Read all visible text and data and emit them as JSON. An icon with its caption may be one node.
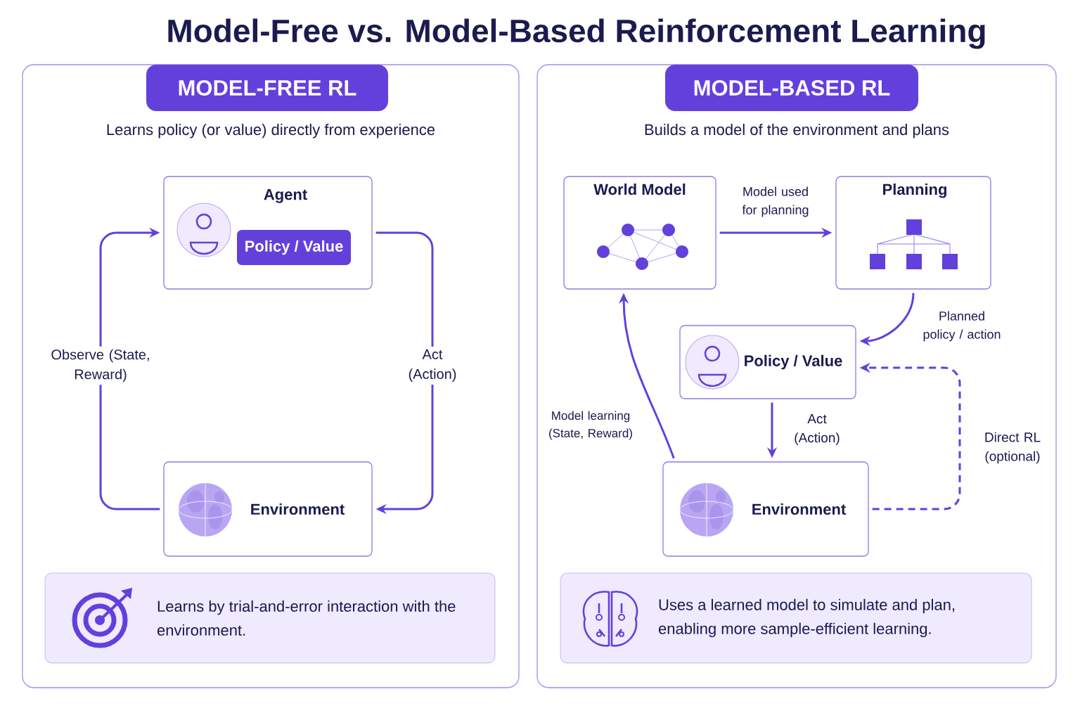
{
  "diagram": {
    "title": "Model-Free vs. Model-Based Reinforcement Learning",
    "nodes": [
      {
        "text": [
          "Learns policy (or value) directly from experience"
        ]
      },
      {
        "text": [
          "MODEL-FREE RL"
        ],
        "in": 0
      },
      {
        "text": [
          "Agent"
        ],
        "in": 0
      },
      {
        "text": [
          "Policy / Value"
        ],
        "in": 2
      },
      {
        "text": [
          "Environment"
        ],
        "in": 0
      },
      {
        "text": [
          "Learns by trial-and-error interaction with the environment."
        ],
        "in": 0
      },
      {
        "text": [
          "Builds a model of the environment and plans"
        ]
      },
      {
        "text": [
          "MODEL-BASED RL"
        ],
        "in": 6
      },
      {
        "text": [
          "World Model"
        ],
        "in": 6
      },
      {
        "text": [
          "Planning"
        ],
        "in": 6
      },
      {
        "text": [
          "Policy / Value"
        ],
        "in": 6
      },
      {
        "text": [
          "Environment"
        ],
        "in": 6
      },
      {
        "text": [
          "Uses a learned model to simulate and plan, enabling more sample-efficient learning."
        ],
        "in": 6
      }
    ],
    "edges": [
      {
        "from": 4,
        "to": 2,
        "arrow": "to",
        "label": "Observe (State, Reward)"
      },
      {
        "from": 2,
        "to": 4,
        "arrow": "to",
        "label": "Act (Action)"
      },
      {
        "from": 8,
        "to": 9,
        "arrow": "to",
        "label": "Model used for planning"
      },
      {
        "from": 9,
        "to": 10,
        "arrow": "to",
        "label": "Planned policy / action"
      },
      {
        "from": 10,
        "to": 11,
        "arrow": "to",
        "label": "Act (Action)"
      },
      {
        "from": 11,
        "to": 8,
        "arrow": "to",
        "label": "Model learning (State, Reward)"
      },
      {
        "from": 11,
        "to": 10,
        "arrow": "to",
        "label": "Direct RL (optional)",
        "style": "dashed"
      }
    ]
  }
}
